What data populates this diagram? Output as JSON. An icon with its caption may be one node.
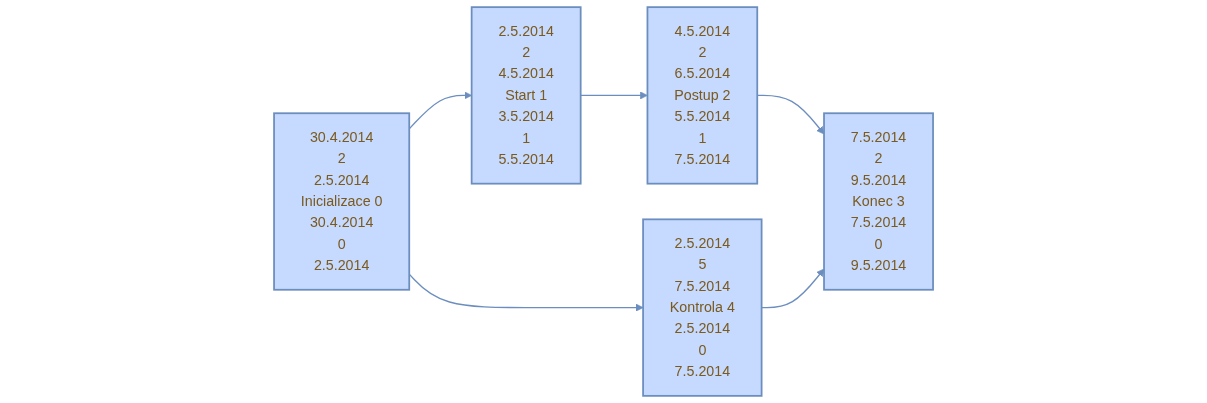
{
  "diagram": {
    "nodes": [
      {
        "text": [
          "30.4.2014",
          "2",
          "2.5.2014",
          "Inicializace 0",
          "30.4.2014",
          "0",
          "2.5.2014"
        ]
      },
      {
        "text": [
          "2.5.2014",
          "2",
          "4.5.2014",
          "Start 1",
          "3.5.2014",
          "1",
          "5.5.2014"
        ]
      },
      {
        "text": [
          "4.5.2014",
          "2",
          "6.5.2014",
          "Postup 2",
          "5.5.2014",
          "1",
          "7.5.2014"
        ]
      },
      {
        "text": [
          "7.5.2014",
          "2",
          "9.5.2014",
          "Konec 3",
          "7.5.2014",
          "0",
          "9.5.2014"
        ]
      },
      {
        "text": [
          "2.5.2014",
          "5",
          "7.5.2014",
          "Kontrola 4",
          "2.5.2014",
          "0",
          "7.5.2014"
        ]
      }
    ],
    "edges": [
      {
        "from": 0,
        "to": 1,
        "arrow": "to"
      },
      {
        "from": 1,
        "to": 2,
        "arrow": "to"
      },
      {
        "from": 2,
        "to": 3,
        "arrow": "to"
      },
      {
        "from": 0,
        "to": 4,
        "arrow": "to"
      },
      {
        "from": 4,
        "to": 3,
        "arrow": "to"
      }
    ]
  }
}
